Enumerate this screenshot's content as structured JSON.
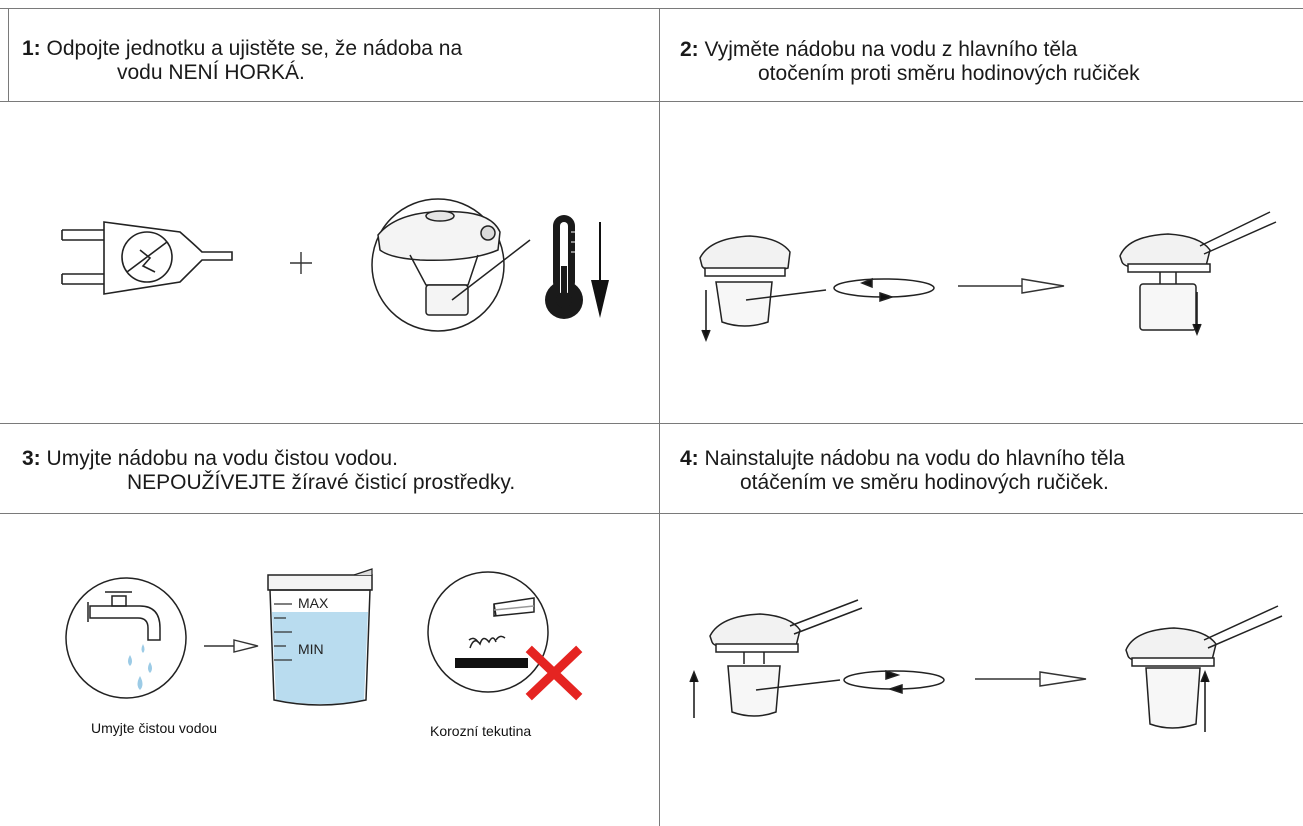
{
  "steps": [
    {
      "num": "1:",
      "line1": "Odpojte jednotku a ujistěte se, že nádoba na",
      "line2": "vodu NENÍ HORKÁ."
    },
    {
      "num": "2:",
      "line1": "Vyjměte nádobu na vodu z hlavního těla",
      "line2": "otočením proti směru hodinových ručiček"
    },
    {
      "num": "3:",
      "line1": "Umyjte nádobu na vodu čistou vodou.",
      "line2": "NEPOUŽÍVEJTE žíravé čisticí prostředky."
    },
    {
      "num": "4:",
      "line1": "Nainstalujte nádobu na vodu do hlavního těla",
      "line2": "otáčením ve směru hodinových ručiček."
    }
  ],
  "captions": {
    "wash": "Umyjte čistou vodou",
    "corrosive": "Korozní tekutina"
  },
  "cup_labels": {
    "max": "MAX",
    "min": "MIN"
  },
  "icons": [
    "plug-icon",
    "plus-icon",
    "device-magnify-icon",
    "thermometer-icon",
    "down-arrow-icon",
    "rotate-arrows-icon",
    "right-arrow-icon",
    "faucet-icon",
    "measuring-cup-icon",
    "corrosive-liquid-icon",
    "red-x-icon",
    "up-arrow-icon"
  ],
  "colors": {
    "water": "#b9dcef",
    "cross": "#e52421",
    "grid": "#7a7a7a"
  }
}
